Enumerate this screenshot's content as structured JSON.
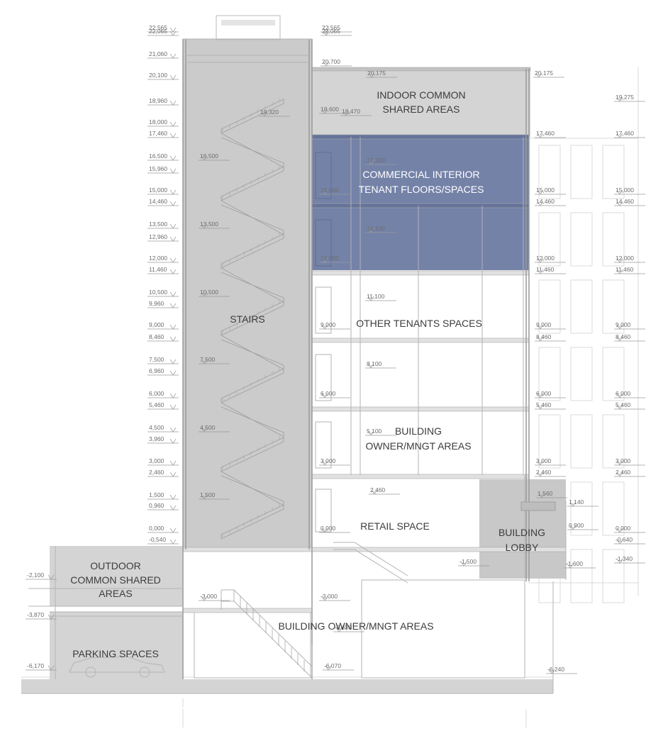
{
  "zones": {
    "indoor_common": [
      "INDOOR COMMON",
      "SHARED AREAS"
    ],
    "commercial": [
      "COMMERCIAL INTERIOR",
      "TENANT FLOORS/SPACES"
    ],
    "stairs": "STAIRS",
    "other_tenants": "OTHER TENANTS SPACES",
    "owner_upper": [
      "BUILDING",
      "OWNER/MNGT AREAS"
    ],
    "retail": "RETAIL SPACE",
    "lobby": [
      "BUILDING",
      "LOBBY"
    ],
    "outdoor_common": [
      "OUTDOOR",
      "COMMON SHARED",
      "AREAS"
    ],
    "owner_basement": "BUILDING OWNER/MNGT AREAS",
    "parking": "PARKING SPACES"
  },
  "levels": {
    "left": [
      "22,565",
      "22,065",
      "21,060",
      "20,100",
      "18,960",
      "18,000",
      "17,460",
      "16,500",
      "15,960",
      "15,000",
      "14,460",
      "13,500",
      "12,960",
      "12,000",
      "11,460",
      "10,500",
      "9,960",
      "9,000",
      "8,460",
      "7,500",
      "6,960",
      "6,000",
      "5,460",
      "4,500",
      "3,960",
      "3,000",
      "2,460",
      "1,500",
      "0,960",
      "0,000",
      "-0,540",
      "-2,100",
      "-3,870",
      "-6,170"
    ],
    "top_right": [
      "22,565",
      "22,065"
    ],
    "roof": [
      "20,700",
      "20,175",
      "20,175"
    ],
    "stair_landings": [
      "19,320",
      "16,500",
      "13,500",
      "10,500",
      "7,500",
      "4,500",
      "1,500"
    ],
    "floor_marks": [
      "18,600",
      "18,470",
      "17,100",
      "15,000",
      "14,100",
      "12,000",
      "11,100",
      "9,000",
      "8,100",
      "6,000",
      "5,100",
      "3,000",
      "2,460",
      "0,000",
      "-1,500"
    ],
    "right_inner": [
      "17,460",
      "15,000",
      "14,460",
      "12,000",
      "11,460",
      "9,000",
      "8,460",
      "6,000",
      "5,460",
      "3,000",
      "2,460",
      "1,560",
      "1,140",
      "0,900",
      "-1,600"
    ],
    "right_outer": [
      "19,275",
      "17,460",
      "15,000",
      "14,460",
      "12,000",
      "11,460",
      "9,000",
      "8,460",
      "6,000",
      "5,460",
      "3,000",
      "2,460",
      "0,000",
      "-0,640",
      "-1,340"
    ],
    "basement": [
      "-3,000",
      "-3,000",
      "-3,630",
      "-6,070",
      "-6,240"
    ]
  },
  "colors": {
    "zone_grey": "#d4d4d4",
    "stair_grey": "#cbcbcb",
    "commercial_blue": "#7482a8",
    "line_grey": "#b3b3b3"
  }
}
